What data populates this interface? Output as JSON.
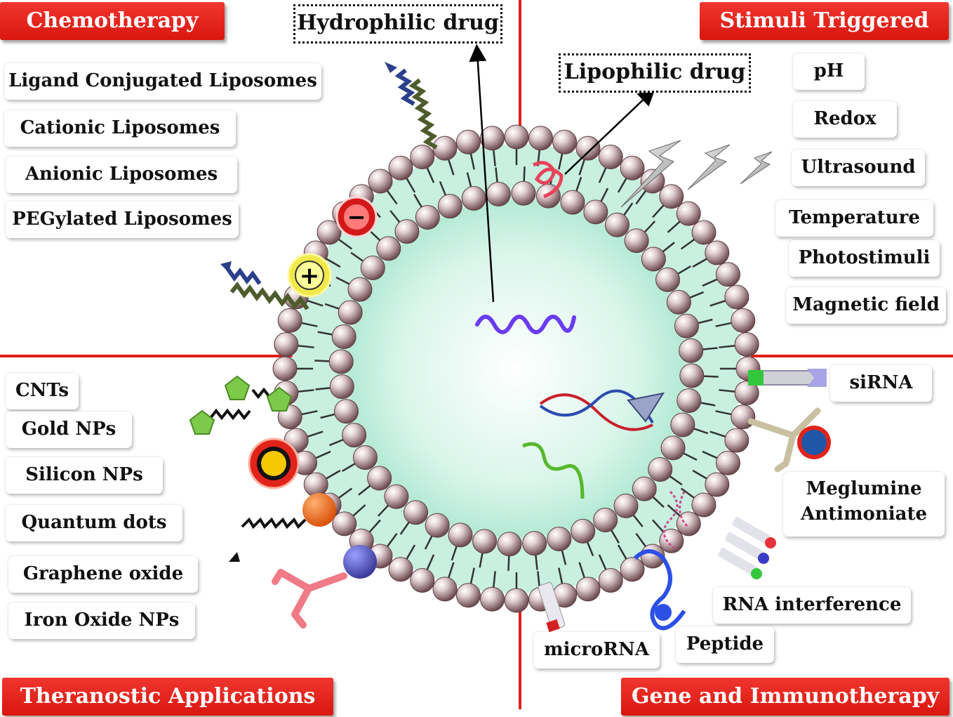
{
  "headers": {
    "chemotherapy": "Chemotherapy",
    "stimuli": "Stimuli Triggered",
    "theranostic": "Theranostic Applications",
    "gene": "Gene and Immunotherapy"
  },
  "drugs": {
    "hydrophilic": "Hydrophilic drug",
    "lipophilic": "Lipophilic drug"
  },
  "chemotherapy_items": [
    "Ligand Conjugated Liposomes",
    "Cationic Liposomes",
    "Anionic Liposomes",
    "PEGylated Liposomes"
  ],
  "stimuli_items": [
    "pH",
    "Redox",
    "Ultrasound",
    "Temperature",
    "Photostimuli",
    "Magnetic field"
  ],
  "theranostic_items": [
    "CNTs",
    "Gold NPs",
    "Silicon NPs",
    "Quantum dots",
    "Graphene oxide",
    "Iron Oxide NPs"
  ],
  "gene_items": {
    "sirna": "siRNA",
    "meglumine_1": "Meglumine",
    "meglumine_2": "Antimoniate",
    "rna_interference": "RNA interference",
    "peptide": "Peptide",
    "microrna": "microRNA"
  },
  "symbols": {
    "minus": "−",
    "plus": "+"
  },
  "colors": {
    "accent_red": "#e0201a",
    "core_fill": "#cdf0e0",
    "lipid_head": "#8e6f73"
  }
}
